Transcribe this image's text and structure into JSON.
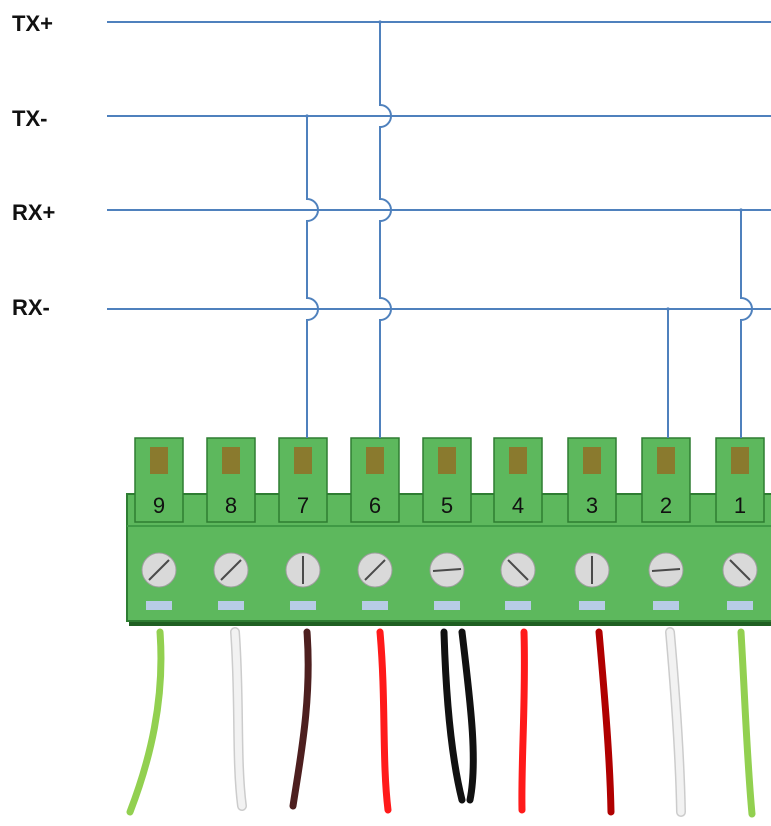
{
  "signals": [
    {
      "id": "tx_plus",
      "label": "TX+"
    },
    {
      "id": "tx_minus",
      "label": "TX-"
    },
    {
      "id": "rx_plus",
      "label": "RX+"
    },
    {
      "id": "rx_minus",
      "label": "RX-"
    }
  ],
  "terminal_block": {
    "pins": [
      {
        "number": "9",
        "screw": "diagonal",
        "wire": "light-green"
      },
      {
        "number": "8",
        "screw": "diagonal",
        "wire": "white"
      },
      {
        "number": "7",
        "screw": "vertical",
        "wire": "brown"
      },
      {
        "number": "6",
        "screw": "diagonal",
        "wire": "red"
      },
      {
        "number": "5",
        "screw": "horizontal",
        "wire": "black"
      },
      {
        "number": "4",
        "screw": "diagonal-reverse",
        "wire": "red"
      },
      {
        "number": "3",
        "screw": "vertical",
        "wire": "dark-red"
      },
      {
        "number": "2",
        "screw": "horizontal",
        "wire": "white"
      },
      {
        "number": "1",
        "screw": "diagonal-reverse",
        "wire": "light-green"
      }
    ]
  },
  "connections": [
    {
      "signal": "tx_plus",
      "pin": "6"
    },
    {
      "signal": "tx_minus",
      "pin": "7"
    },
    {
      "signal": "rx_plus",
      "pin": "1"
    },
    {
      "signal": "rx_minus",
      "pin": "2"
    }
  ],
  "colors": {
    "line": "#4f81bd",
    "block_green": "#5db85d",
    "block_dark": "#2e7d32",
    "indicator": "#8a7a2e",
    "screw": "#d9d9d9",
    "slot": "#b7cce6",
    "wire_light_green": "#92d050",
    "wire_white": "#f2f2f2",
    "wire_brown": "#4d1f1f",
    "wire_red": "#ff1a1a",
    "wire_black": "#111111",
    "wire_dark_red": "#b00000"
  }
}
